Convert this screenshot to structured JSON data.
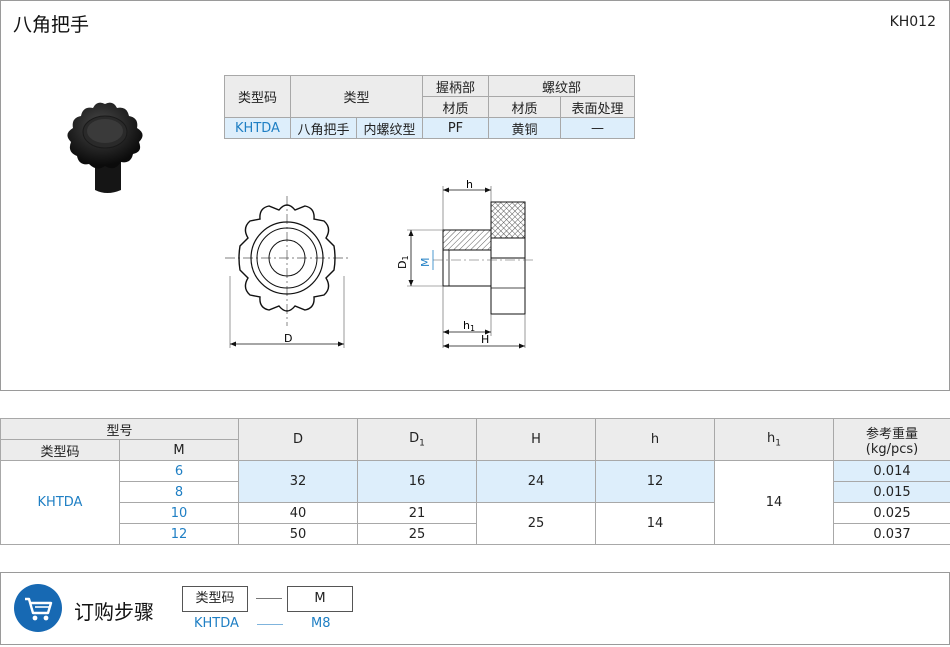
{
  "header": {
    "title": "八角把手",
    "code": "KH012"
  },
  "spec_table": {
    "col_type_code": "类型码",
    "col_type": "类型",
    "col_grip": "握柄部",
    "col_thread": "螺纹部",
    "sub_material": "材质",
    "sub_material2": "材质",
    "sub_surface": "表面处理",
    "row": {
      "type_code": "KHTDA",
      "type_a": "八角把手",
      "type_b": "内螺纹型",
      "grip_material": "PF",
      "thread_material": "黄铜",
      "surface": "—"
    }
  },
  "drawing": {
    "label_D": "D",
    "label_D1": "D",
    "label_D1_sub": "1",
    "label_M": "M",
    "label_h": "h",
    "label_h1": "h",
    "label_h1_sub": "1",
    "label_H": "H"
  },
  "dim_table": {
    "model_header": "型号",
    "type_code_header": "类型码",
    "m_header": "M",
    "d_header": "D",
    "d1_header": "D",
    "d1_sub": "1",
    "h_upper_header": "H",
    "h_lower_header": "h",
    "h1_header": "h",
    "h1_sub": "1",
    "weight_header_1": "参考重量",
    "weight_header_2": "(kg/pcs)",
    "type_code": "KHTDA",
    "m_values": [
      "6",
      "8",
      "10",
      "12"
    ],
    "d_values": [
      "32",
      "40",
      "50"
    ],
    "d1_values": [
      "16",
      "21",
      "25"
    ],
    "H_values": [
      "24",
      "25"
    ],
    "h_values": [
      "12",
      "14"
    ],
    "h1_value": "14",
    "weights": [
      "0.014",
      "0.015",
      "0.025",
      "0.037"
    ]
  },
  "order": {
    "title": "订购步骤",
    "box_type_code": "类型码",
    "box_m": "M",
    "example_code": "KHTDA",
    "example_m": "M8"
  },
  "colors": {
    "accent_blue": "#1f7fc4",
    "cell_blue": "#ddeefb",
    "header_gray": "#ececec",
    "icon_blue": "#1769b3"
  }
}
